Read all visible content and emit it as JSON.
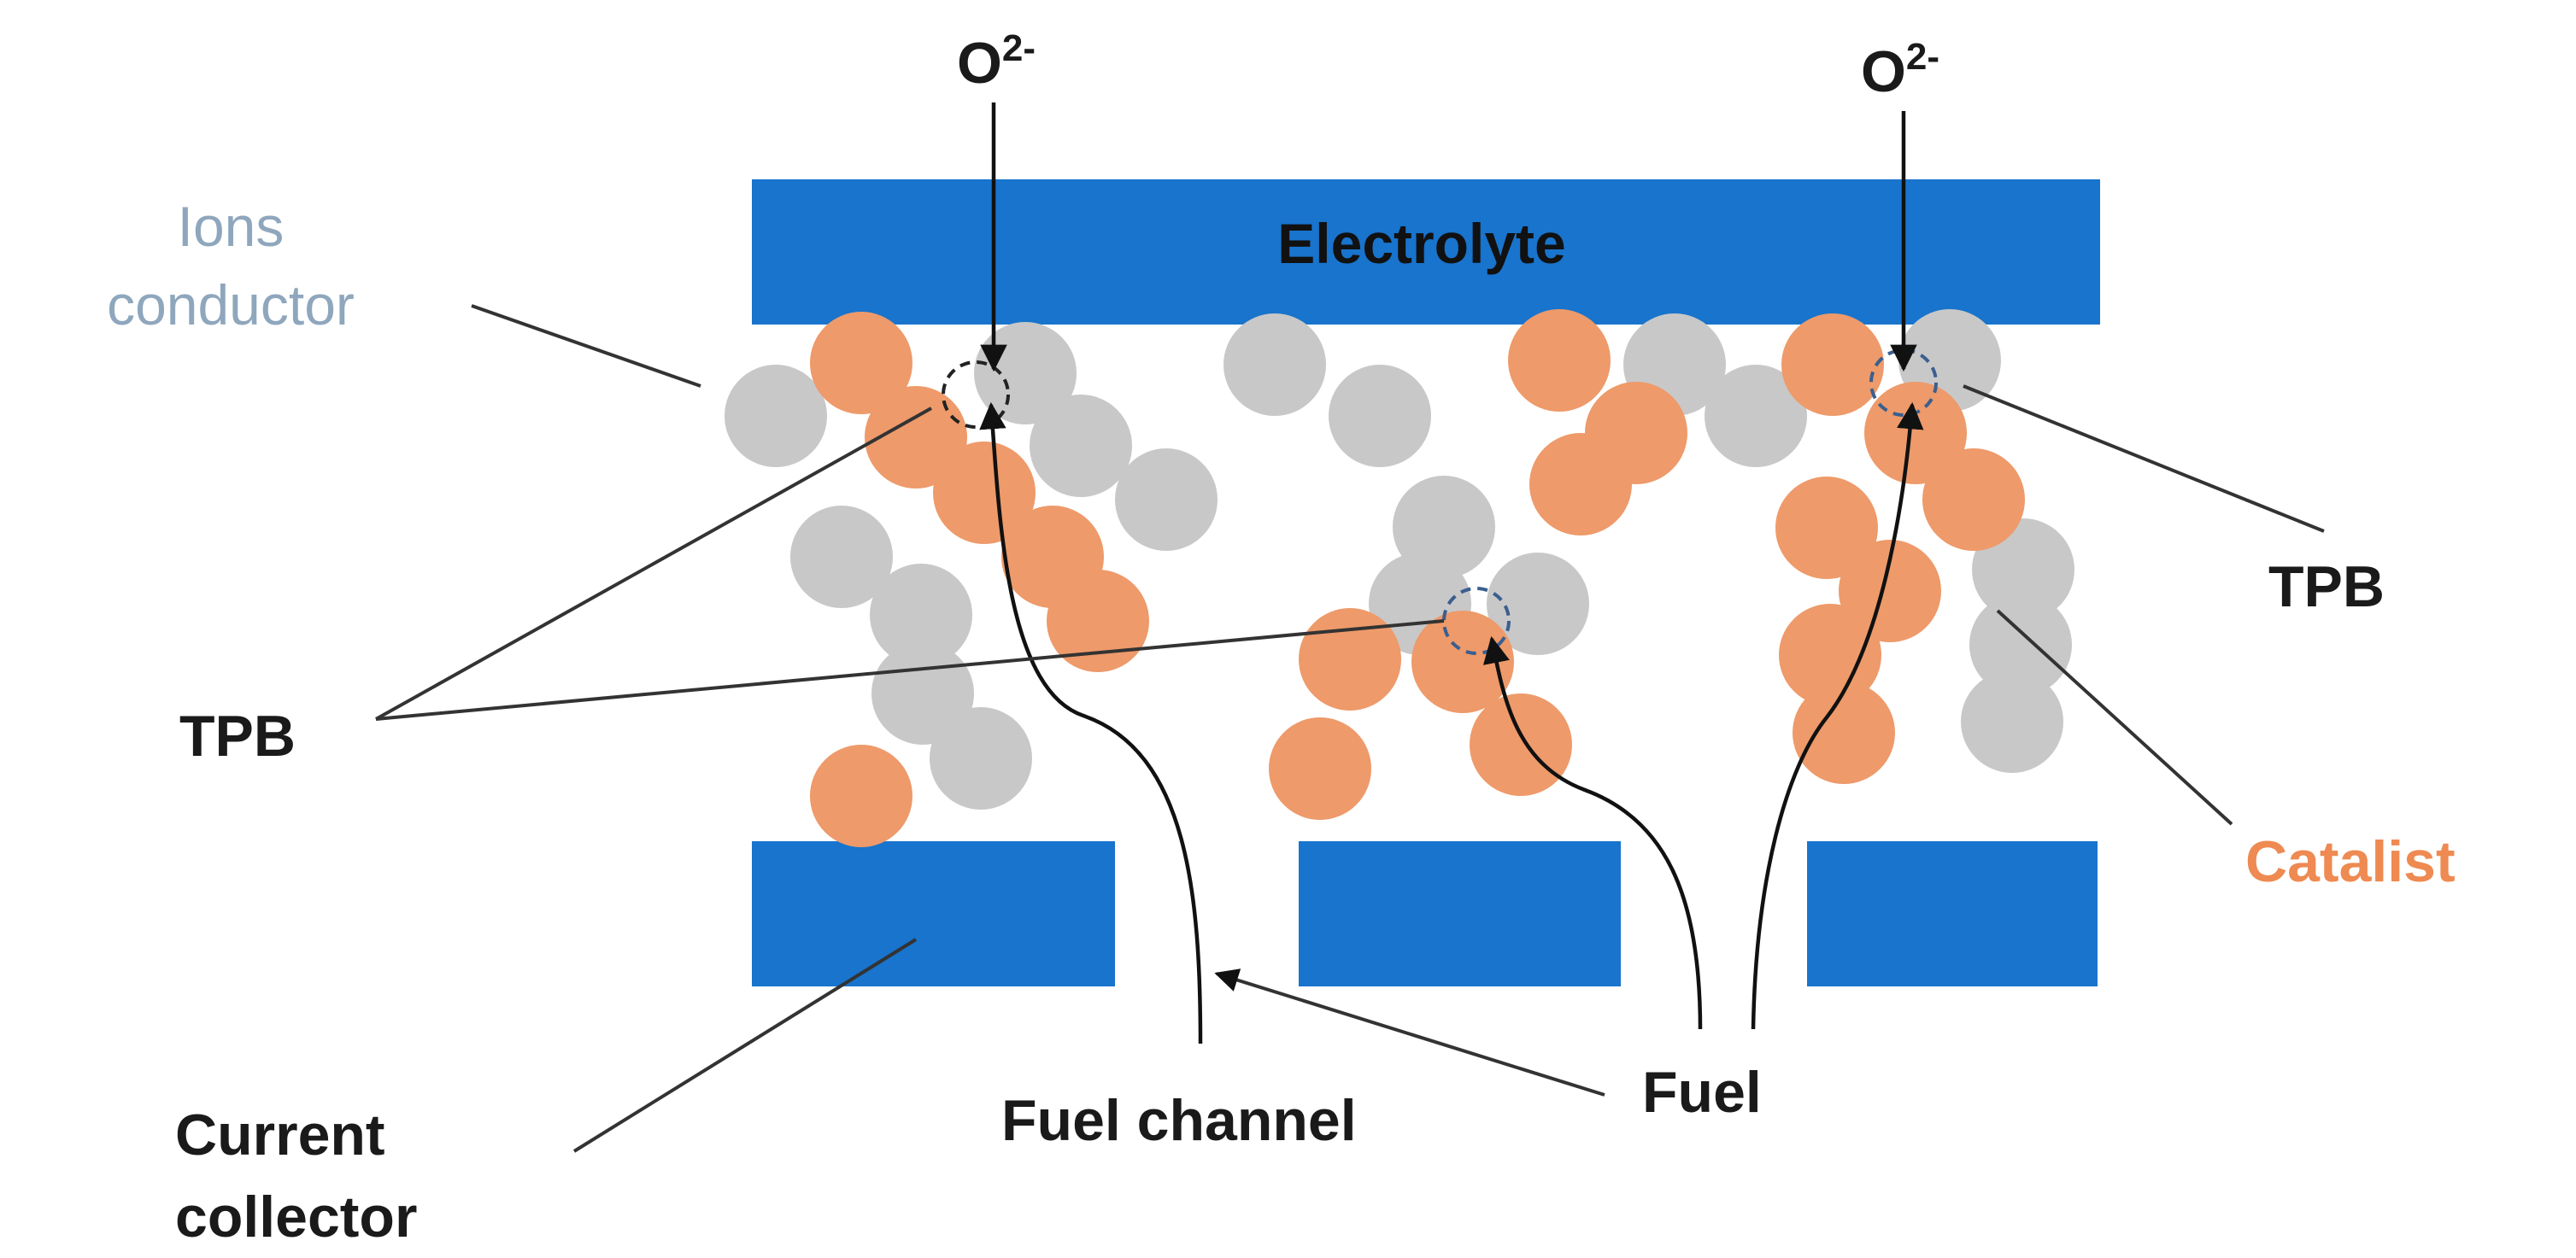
{
  "labels": {
    "oxygen_ion_left": "O",
    "oxygen_ion_left_sup": "2-",
    "oxygen_ion_right": "O",
    "oxygen_ion_right_sup": "2-",
    "electrolyte": "Electrolyte",
    "ions_conductor_line1": "Ions",
    "ions_conductor_line2": "conductor",
    "tpb_left": "TPB",
    "tpb_right": "TPB",
    "catalist": "Catalist",
    "current_collector_line1": "Current",
    "current_collector_line2": "collector",
    "fuel_channel": "Fuel channel",
    "fuel": "Fuel"
  },
  "colors": {
    "electrolyte": "#1874cd",
    "current_collector": "#1874cd",
    "catalyst_particle": "#ee9a6a",
    "ion_conductor_particle": "#c8c8c8",
    "tpb_circle": "#3a5f8f",
    "ions_conductor_text": "#8fa7bd",
    "catalist_text": "#ee8a52"
  }
}
